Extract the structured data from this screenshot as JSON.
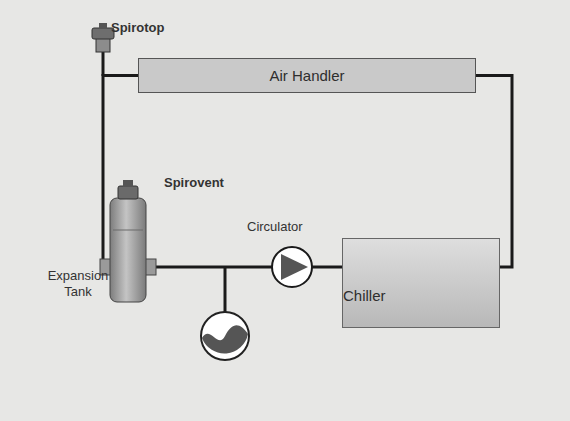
{
  "diagram": {
    "nodes": [
      {
        "text": [
          "Air Handler"
        ]
      },
      {
        "text": [
          "Chiller"
        ]
      }
    ],
    "edges": [
      {
        "from": 0,
        "to": 1,
        "arrow": "none"
      },
      {
        "from": 0,
        "to": 1,
        "arrow": "none"
      }
    ],
    "labels": [
      "Spirotop",
      "Spirovent",
      "Circulator",
      "Expansion Tank"
    ]
  }
}
